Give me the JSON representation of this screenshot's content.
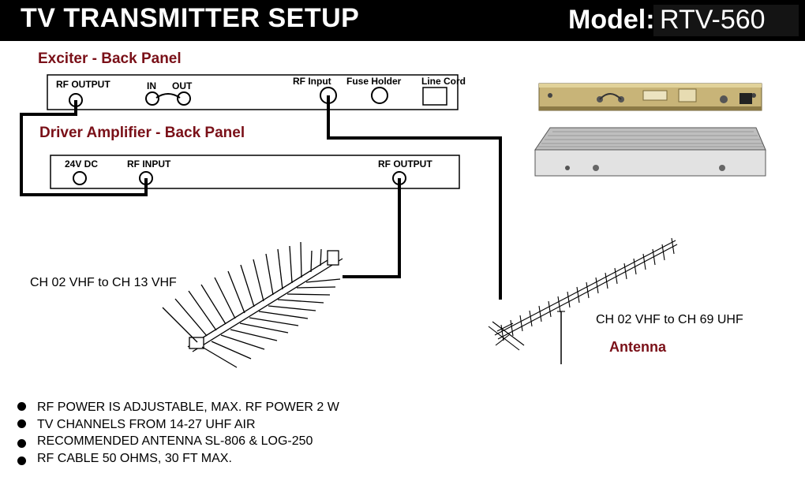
{
  "header": {
    "title": "TV TRANSMITTER SETUP",
    "model_label": "Model:",
    "model_value": "RTV-560"
  },
  "exciter": {
    "title": "Exciter - Back Panel",
    "rf_output": "RF OUTPUT",
    "in": "IN",
    "out": "OUT",
    "rf_input": "RF Input",
    "fuse_holder": "Fuse Holder",
    "line_cord": "Line Cord"
  },
  "driver": {
    "title": "Driver Amplifier - Back Panel",
    "dc_24v": "24V DC",
    "rf_input": "RF INPUT",
    "rf_output": "RF OUTPUT"
  },
  "antennas": {
    "vhf_label": "CH 02 VHF to CH 13 VHF",
    "uhf_label": "CH 02 VHF to CH 69 UHF",
    "antenna_title": "Antenna"
  },
  "notes": [
    "RF POWER IS ADJUSTABLE, MAX. RF POWER 2 W",
    "TV CHANNELS FROM 14-27 UHF AIR",
    "RECOMMENDED ANTENNA SL-806 & LOG-250",
    "RF CABLE 50 OHMS, 30 FT MAX."
  ],
  "colors": {
    "header_bg": "#000000",
    "panel_title": "#7a1018",
    "device_gold": "#c8b478",
    "device_gray": "#d8d8d8"
  }
}
